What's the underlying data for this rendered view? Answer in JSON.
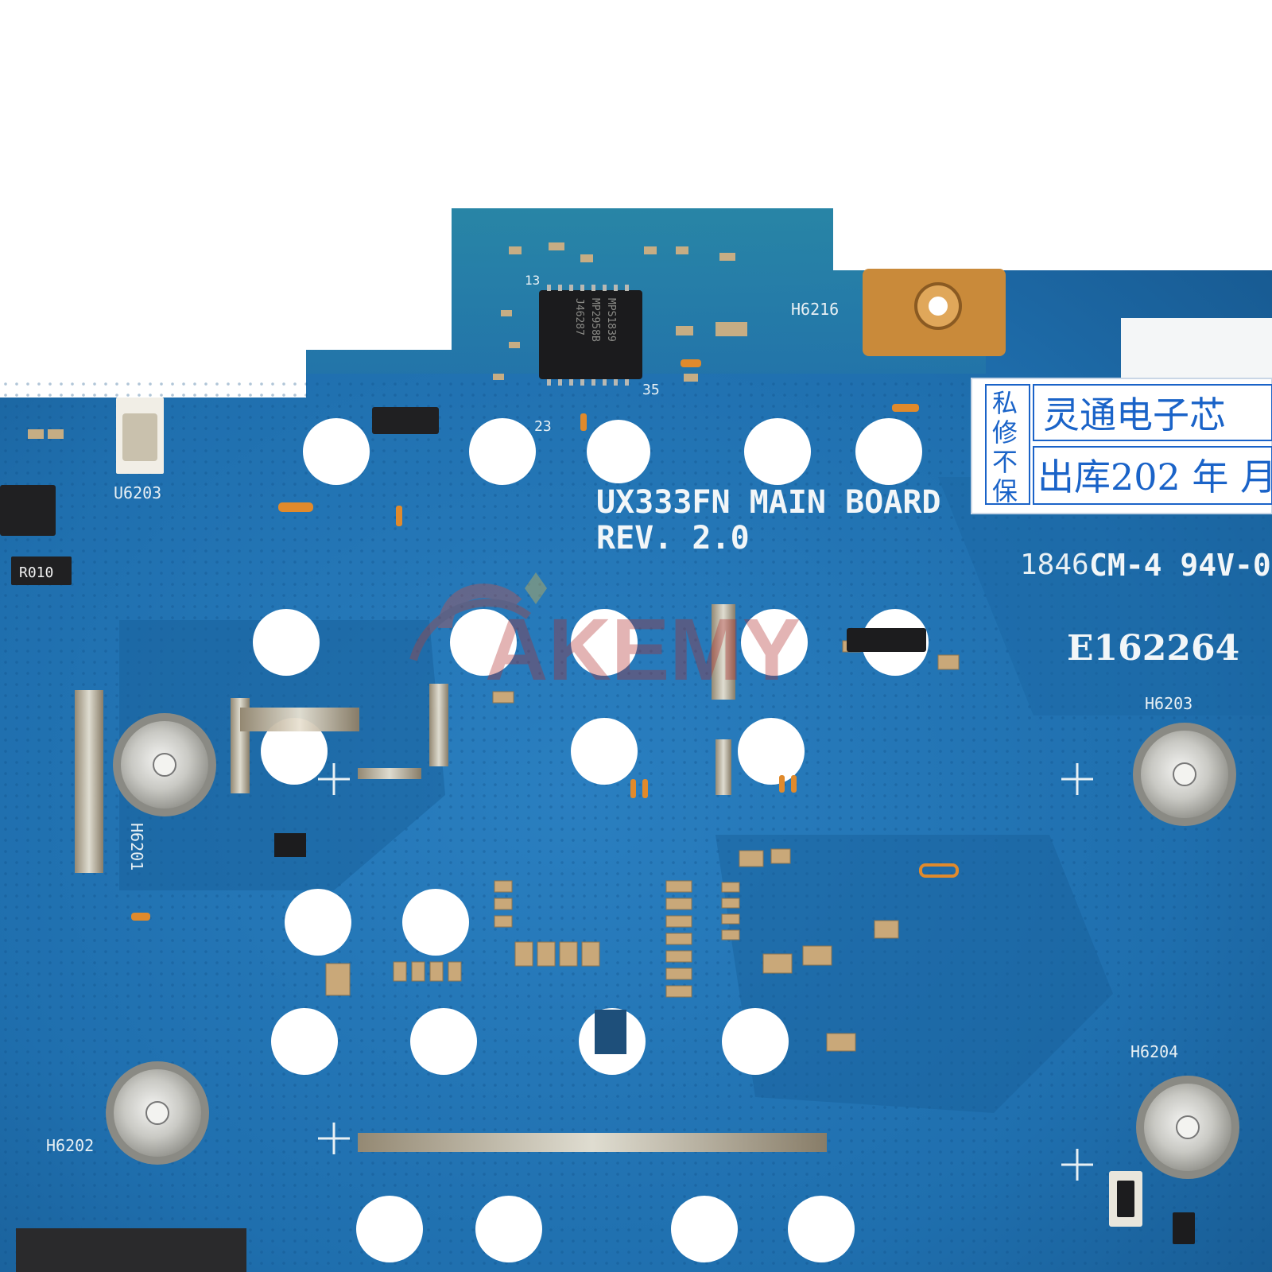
{
  "board": {
    "title": "UX333FN MAIN BOARD",
    "revision": "REV. 2.0",
    "cert_code": "CM-4 94V-0",
    "date_code": "1846",
    "ul_number": "E162264"
  },
  "silkscreen": {
    "h6216": "H6216",
    "h6203": "H6203",
    "h6201": "H6201",
    "h6202": "H6202",
    "h6204": "H6204",
    "u6203": "U6203",
    "pin13": "13",
    "pin35": "35",
    "pin23": "23",
    "r010": "R010"
  },
  "chip": {
    "line1": "MPS1839",
    "line2": "MP2958B",
    "line3": "J46287"
  },
  "warranty_sticker": {
    "side_chars": [
      "私",
      "修",
      "不",
      "保"
    ],
    "line1": "灵通电子芯",
    "line2": "出库202  年 月"
  },
  "watermark": "AKEMY",
  "colors": {
    "pcb_blue": "#1f6fae",
    "pcb_dark": "#17588f",
    "silkscreen": "#e8f0f4",
    "sticker_text": "#1a63c8",
    "gold_pad": "#c98a3a",
    "background": "#ffffff"
  }
}
